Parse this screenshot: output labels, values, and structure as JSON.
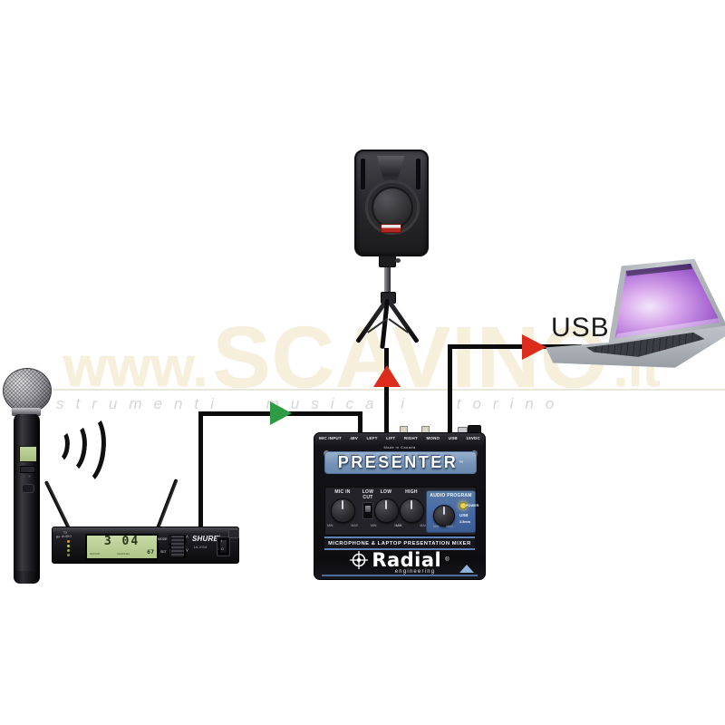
{
  "watermark": {
    "prefix": "www.",
    "main": "SCAVINO",
    "suffix": ".it",
    "subtitle": "strumenti musicali torino"
  },
  "cable_labels": {
    "usb": "USB"
  },
  "colors": {
    "arrow_green": "#2f9b44",
    "arrow_red": "#dd2b1c",
    "presenter_band": "#7e9cc2",
    "audio_program_panel": "#4a6da8",
    "lcd_green": "#b9cf92",
    "watermark_cream": "#f6efdc"
  },
  "mixer": {
    "made_in": "Made in Canada",
    "name": "PRESENTER",
    "tm": "™",
    "jacks": [
      "MIC INPUT",
      "48V",
      "LEFT",
      "LIFT",
      "RIGHT",
      "MONO",
      "USB",
      "15VDC"
    ],
    "knobs": [
      {
        "label": "MIC IN"
      },
      {
        "label": "LOW"
      },
      {
        "label": "HIGH"
      }
    ],
    "low_cut_line1": "LOW",
    "low_cut_line2": "CUT",
    "min": "MIN",
    "max": "MAX",
    "audio_program": {
      "title": "AUDIO PROGRAM",
      "power": "POWER",
      "usb": "USB",
      "aux": "3.5mm"
    },
    "strip": "MICROPHONE & LAPTOP PRESENTATION MIXER",
    "brand": "Radial",
    "brand_reg": "®",
    "brand_sub": "engineering"
  },
  "receiver": {
    "brand": "SHURE",
    "brand_reg": "®",
    "model": "ULXS4",
    "rf": "RF",
    "tx": "TX",
    "audio": "AUDIO",
    "display": "3 04",
    "group_label": "GROUP",
    "channel_label": "CHANNEL",
    "channel_value": "67",
    "mode": "MODE",
    "set": "SET",
    "jog_up": "˄",
    "jog_down": "˅",
    "power_on": "I",
    "power_off": "O"
  }
}
